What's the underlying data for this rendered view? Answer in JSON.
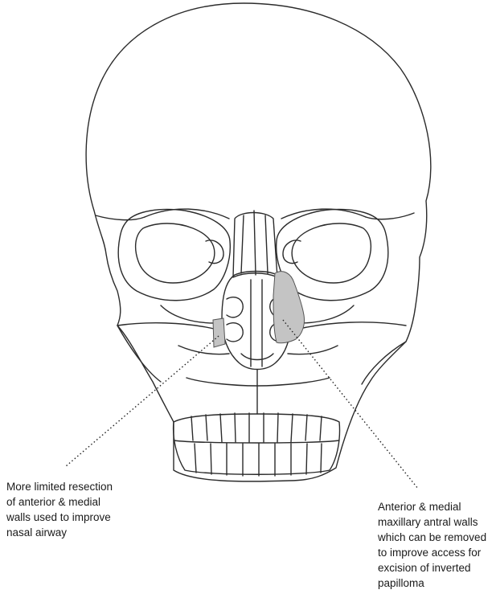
{
  "diagram": {
    "subject": "Anterior view of skull with shaded resection areas",
    "colors": {
      "outline": "#2b2b2b",
      "resection_fill": "#c4c4c4",
      "leader_line": "#222222"
    },
    "labels": {
      "left": {
        "lines": [
          "More limited resection",
          "of anterior & medial",
          "walls used to improve",
          "nasal airway"
        ]
      },
      "right": {
        "lines": [
          "Anterior & medial",
          "maxillary antral walls",
          "which can be removed",
          "to improve access for",
          "excision of inverted",
          "papilloma"
        ]
      }
    }
  }
}
